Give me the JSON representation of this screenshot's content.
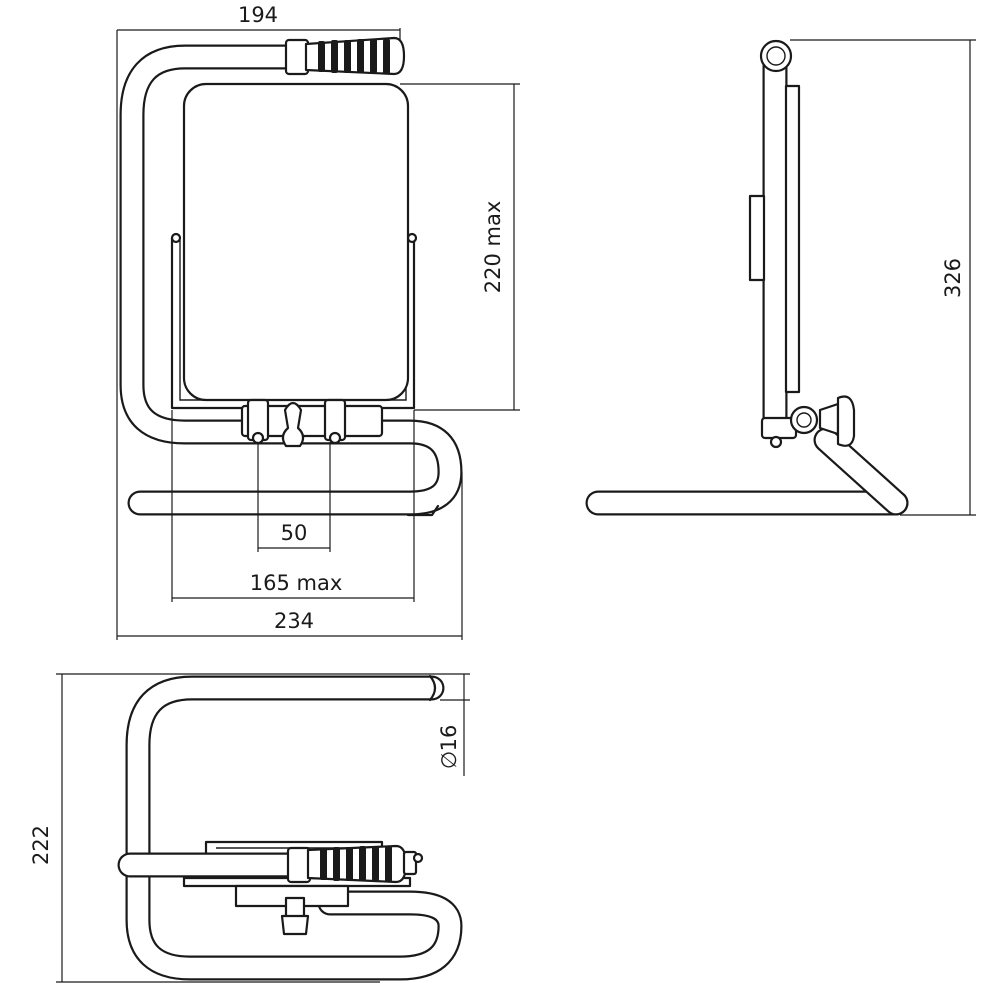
{
  "dimensions": {
    "top_width": "194",
    "height_panel": "220 max",
    "overall_height": "326",
    "hole_spacing": "50",
    "bracket_width": "165 max",
    "overall_width": "234",
    "tube_diameter": "16",
    "diameter_symbol": "∅",
    "overall_depth": "222"
  }
}
